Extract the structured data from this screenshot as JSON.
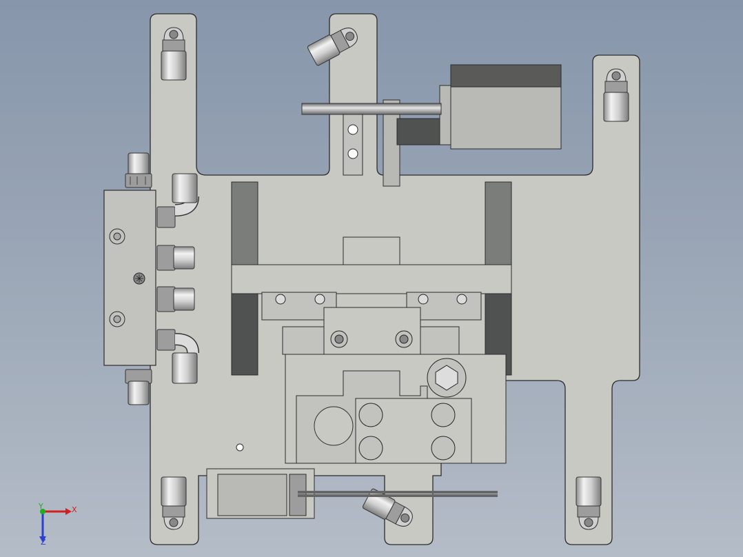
{
  "window": {
    "title": ""
  },
  "colors": {
    "background_top": "#8796ab",
    "background_bottom": "#b4bcc7",
    "plate": "#c9c9c4",
    "plate_edge": "#2b2b2b",
    "dark_block": "#4f5250",
    "mid_block": "#7b7d7a",
    "fitting_metal": "#d8d8d8",
    "motor_body": "#b9b9b5",
    "motor_cap": "#5a5b59",
    "axis_x": "#d21f1f",
    "axis_y": "#1fae1f",
    "axis_z": "#2a3fcf"
  },
  "model_parts": {
    "base_plate": "base-plate",
    "valve_manifold": "valve-manifold",
    "stepper_motor": "stepper-motor",
    "linear_guides": "linear-guides",
    "push_fittings": "push-in-fittings",
    "solenoid": "solenoid-actuator"
  },
  "triad": {
    "x_label": "X",
    "y_label": "Y",
    "z_label": "Z"
  }
}
